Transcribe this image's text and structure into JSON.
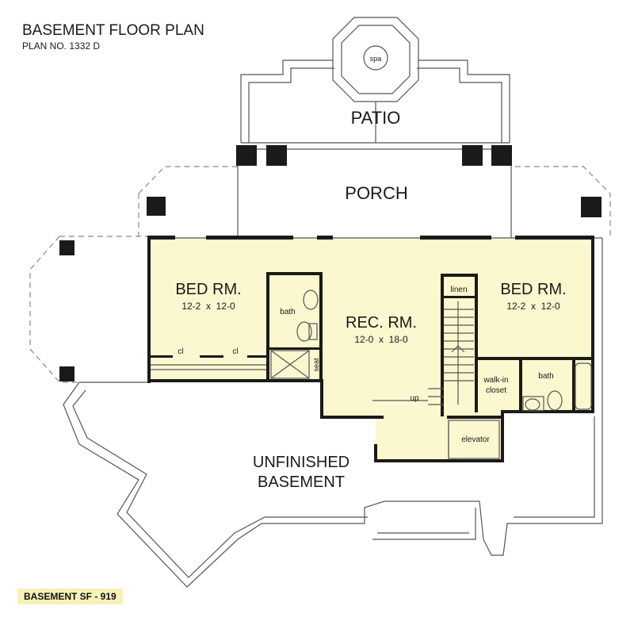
{
  "header": {
    "title": "BASEMENT FLOOR PLAN",
    "plan_no": "PLAN NO. 1332 D"
  },
  "rooms": {
    "spa": "spa",
    "patio": "PATIO",
    "porch": "PORCH",
    "bed_left": {
      "name": "BED RM.",
      "dims": "12-2  x  12-0"
    },
    "bed_right": {
      "name": "BED RM.",
      "dims": "12-2  x  12-0"
    },
    "rec": {
      "name": "REC. RM.",
      "dims": "12-0  x  18-0"
    },
    "bath_left": "bath",
    "bath_right": "bath",
    "linen": "linen",
    "walk_in_1": "walk-in",
    "walk_in_2": "closet",
    "closet_1": "cl",
    "closet_2": "cl",
    "seat": "seat",
    "up": "up",
    "elevator": "elevator",
    "unfinished_1": "UNFINISHED",
    "unfinished_2": "BASEMENT"
  },
  "footer": {
    "sf": "BASEMENT SF - 919"
  },
  "colors": {
    "finished_fill": "#fbf7cf",
    "wall": "#1a1a1a",
    "badge": "#f6f1b8"
  }
}
